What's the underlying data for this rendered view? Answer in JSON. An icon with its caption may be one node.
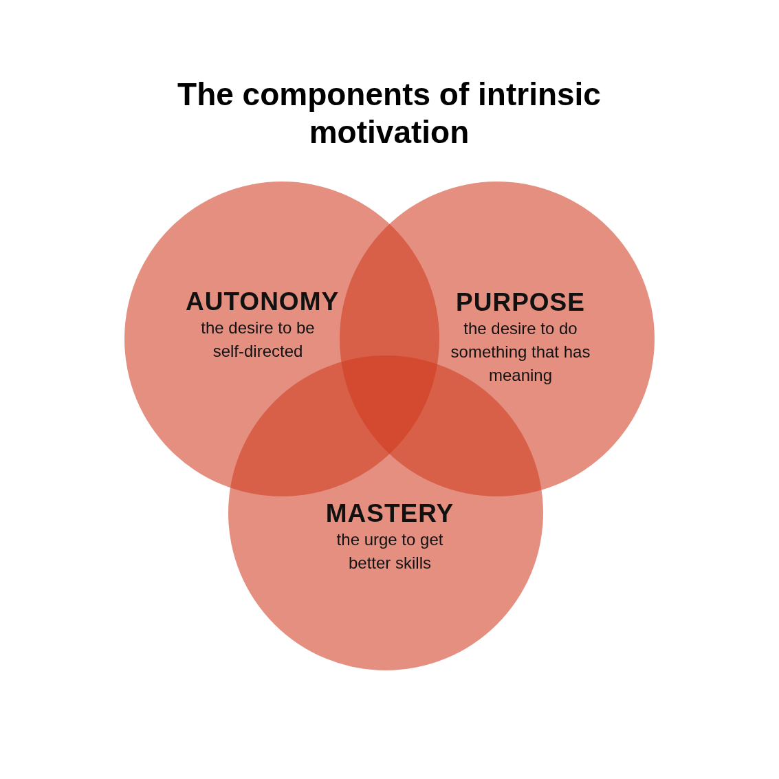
{
  "diagram": {
    "title": "The components of intrinsic motivation",
    "nodes": [
      {
        "text": [
          "AUTONOMY",
          "the desire to be self-directed"
        ]
      },
      {
        "text": [
          "PURPOSE",
          "the desire to do something that has meaning"
        ]
      },
      {
        "text": [
          "MASTERY",
          "the urge to get better skills"
        ]
      }
    ],
    "edges": []
  }
}
